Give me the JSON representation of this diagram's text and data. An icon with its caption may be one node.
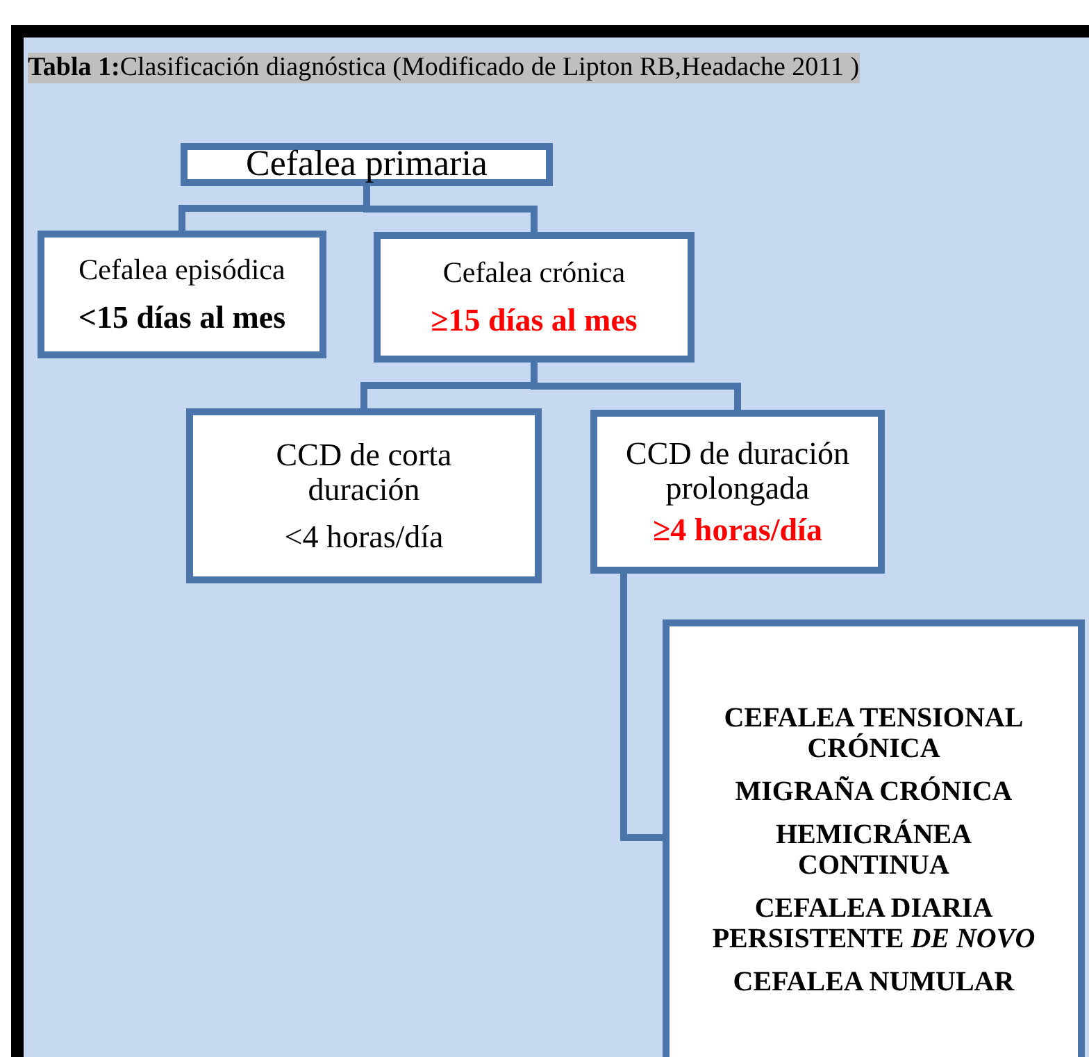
{
  "diagram": {
    "title": "**Tabla 1:**Clasificación diagnóstica (Modificado de Lipton RB,Headache 2011 )",
    "nodes": [
      {
        "text": [
          "Cefalea primaria"
        ]
      },
      {
        "text": [
          "Cefalea episódica",
          "<15 días al mes"
        ]
      },
      {
        "text": [
          "Cefalea crónica",
          "≥15 días al mes"
        ]
      },
      {
        "text": [
          "CCD de corta duración",
          "<4 horas/día"
        ]
      },
      {
        "text": [
          "CCD de duración prolongada",
          "≥4 horas/día"
        ]
      },
      {
        "text": [
          "CEFALEA TENSIONAL CRÓNICA",
          "MIGRAÑA CRÓNICA",
          "HEMICRÁNEA CONTINUA",
          "CEFALEA DIARIA PERSISTENTE *DE NOVO*",
          "CEFALEA NUMULAR"
        ]
      }
    ],
    "edges": [
      {
        "from": 0,
        "to": 1,
        "arrow": "none"
      },
      {
        "from": 0,
        "to": 2,
        "arrow": "none"
      },
      {
        "from": 2,
        "to": 3,
        "arrow": "none"
      },
      {
        "from": 2,
        "to": 4,
        "arrow": "none"
      },
      {
        "from": 4,
        "to": 5,
        "arrow": "none"
      }
    ]
  }
}
